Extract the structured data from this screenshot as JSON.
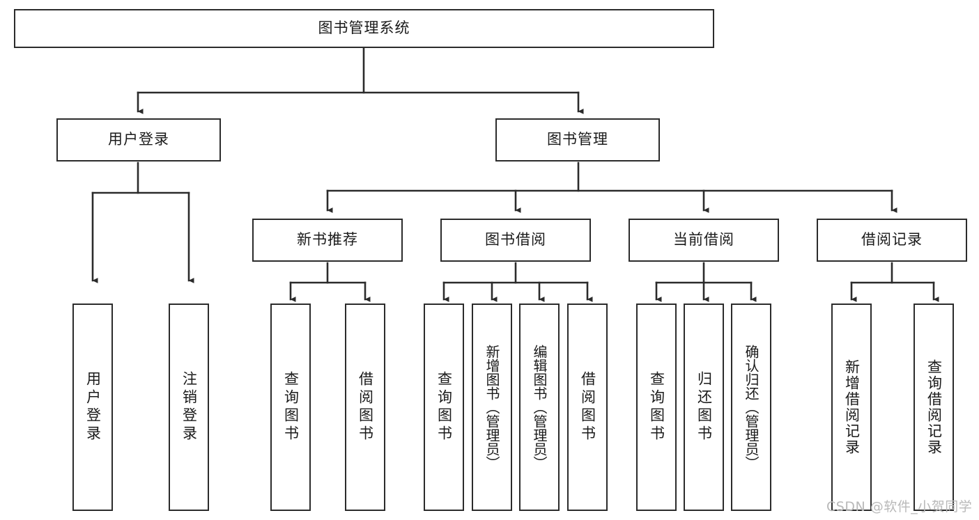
{
  "diagram": {
    "title": "图书管理系统",
    "type": "hierarchical-tree",
    "root": {
      "id": "root",
      "label": "图书管理系统",
      "orientation": "horizontal"
    },
    "level2": [
      {
        "id": "user-login",
        "label": "用户登录",
        "orientation": "horizontal"
      },
      {
        "id": "book-manage",
        "label": "图书管理",
        "orientation": "horizontal"
      }
    ],
    "level3": [
      {
        "id": "new-book-rec",
        "label": "新书推荐",
        "orientation": "horizontal",
        "parent": "book-manage"
      },
      {
        "id": "book-borrow",
        "label": "图书借阅",
        "orientation": "horizontal",
        "parent": "book-manage"
      },
      {
        "id": "current-borrow",
        "label": "当前借阅",
        "orientation": "horizontal",
        "parent": "book-manage"
      },
      {
        "id": "borrow-record",
        "label": "借阅记录",
        "orientation": "horizontal",
        "parent": "book-manage"
      }
    ],
    "leaves": [
      {
        "id": "leaf-user-login",
        "label": "用户登录",
        "parent": "user-login",
        "orientation": "vertical"
      },
      {
        "id": "leaf-user-logout",
        "label": "注销登录",
        "parent": "user-login",
        "orientation": "vertical"
      },
      {
        "id": "leaf-query-book-1",
        "label": "查询图书",
        "parent": "new-book-rec",
        "orientation": "vertical"
      },
      {
        "id": "leaf-borrow-book-1",
        "label": "借阅图书",
        "parent": "new-book-rec",
        "orientation": "vertical"
      },
      {
        "id": "leaf-query-book-2",
        "label": "查询图书",
        "parent": "book-borrow",
        "orientation": "vertical"
      },
      {
        "id": "leaf-add-book",
        "label": "新增图书（管理员）",
        "parent": "book-borrow",
        "orientation": "vertical"
      },
      {
        "id": "leaf-edit-book",
        "label": "编辑图书（管理员）",
        "parent": "book-borrow",
        "orientation": "vertical"
      },
      {
        "id": "leaf-borrow-book-2",
        "label": "借阅图书",
        "parent": "book-borrow",
        "orientation": "vertical"
      },
      {
        "id": "leaf-query-book-3",
        "label": "查询图书",
        "parent": "current-borrow",
        "orientation": "vertical"
      },
      {
        "id": "leaf-return-book",
        "label": "归还图书",
        "parent": "current-borrow",
        "orientation": "vertical"
      },
      {
        "id": "leaf-confirm-return",
        "label": "确认归还（管理员）",
        "parent": "current-borrow",
        "orientation": "vertical"
      },
      {
        "id": "leaf-add-record",
        "label": "新增借阅记录",
        "parent": "borrow-record",
        "orientation": "vertical"
      },
      {
        "id": "leaf-query-record",
        "label": "查询借阅记录",
        "parent": "borrow-record",
        "orientation": "vertical"
      }
    ],
    "colors": {
      "box_border": "#2b2b2b",
      "box_fill": "#ffffff",
      "connector": "#2b2b2b",
      "text": "#1a1a1a",
      "watermark": "#b9b9b9",
      "background": "#ffffff"
    }
  },
  "watermark": {
    "text": "CSDN @软件_小贺同学"
  }
}
